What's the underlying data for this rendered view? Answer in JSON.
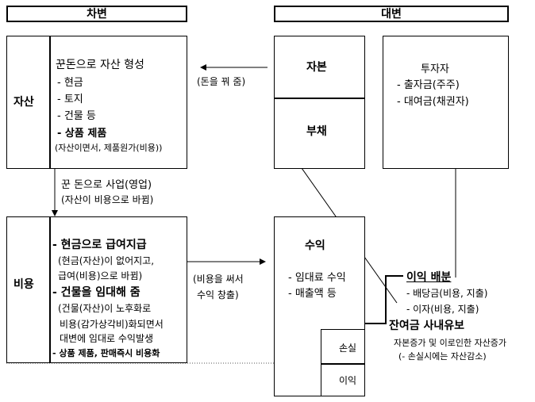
{
  "header": {
    "debit": "차변",
    "credit": "대변"
  },
  "asset": {
    "label": "자산",
    "title": "꾼돈으로 자산 형성",
    "items": [
      "- 현금",
      "- 토지",
      "- 건물 등",
      "- 상품 제품"
    ],
    "note": "(자산이면서, 제품원가(비용))"
  },
  "middle": {
    "line1": "꾼 돈으로 사업(영업)",
    "line2": "(자산이 비용으로 바뀜)"
  },
  "capital": {
    "label": "자본",
    "lend_note": "(돈을 꿔 줌)"
  },
  "liability": {
    "label": "부채"
  },
  "investor": {
    "title": "투자자",
    "items": [
      "- 출자금(주주)",
      "- 대여금(채권자)"
    ]
  },
  "expense": {
    "label": "비용",
    "item1": "- 현금으로 급여지급",
    "item1_note1": "(현금(자산)이 없어지고,",
    "item1_note2": "급여(비용)으로 바뀜)",
    "item2": "- 건물을 임대해 줌",
    "item2_note1": "(건물(자산)이 노후화로",
    "item2_note2": "비용(감가상각비)화되면서",
    "item2_note3": "대변에 임대로 수익발생",
    "item3": "- 상품 제품, 판매즉시 비용화",
    "arrow_note1": "(비용을 써서",
    "arrow_note2": "수익 창출)"
  },
  "revenue": {
    "label": "수익",
    "items": [
      "- 임대료 수익",
      "- 매출액 등"
    ],
    "loss": "손실",
    "profit": "이익"
  },
  "distribution": {
    "title": "이익 배분",
    "items": [
      "- 배당금(비용, 지출)",
      "- 이자(비용, 지출)"
    ],
    "retained": "잔여금 사내유보",
    "retained_note1": "자본증가 및 이로인한 자산증가",
    "retained_note2": "(- 손실시에는 자산감소)"
  }
}
